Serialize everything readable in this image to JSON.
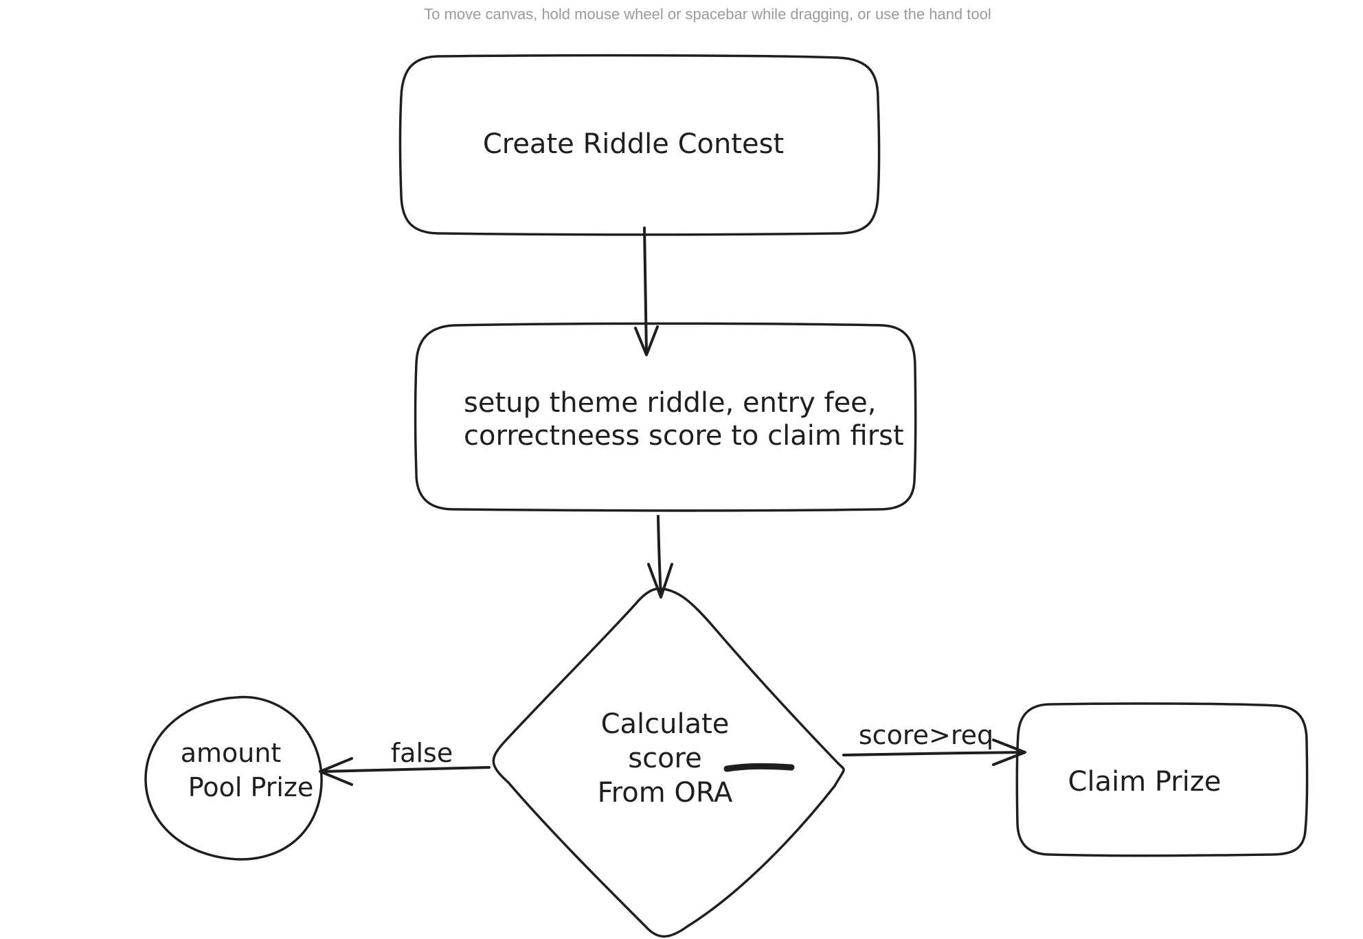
{
  "canvas_hint": "To move canvas, hold mouse wheel or spacebar while dragging, or use the hand tool",
  "nodes": {
    "create_contest": {
      "label": "Create Riddle Contest"
    },
    "setup": {
      "line1": "setup theme riddle, entry fee,",
      "line2": "correctneess score to claim first"
    },
    "calculate": {
      "line1": "Calculate",
      "line2": "score",
      "line3": "From ORA"
    },
    "pool_prize": {
      "line1": "amount",
      "line2": "Pool Prize"
    },
    "claim_prize": {
      "label": "Claim Prize"
    }
  },
  "edges": {
    "false_label": "false",
    "score_label": "score>req"
  },
  "colors": {
    "stroke": "#1e1e1e",
    "hint_text": "#9a9a9a",
    "background": "#ffffff"
  }
}
